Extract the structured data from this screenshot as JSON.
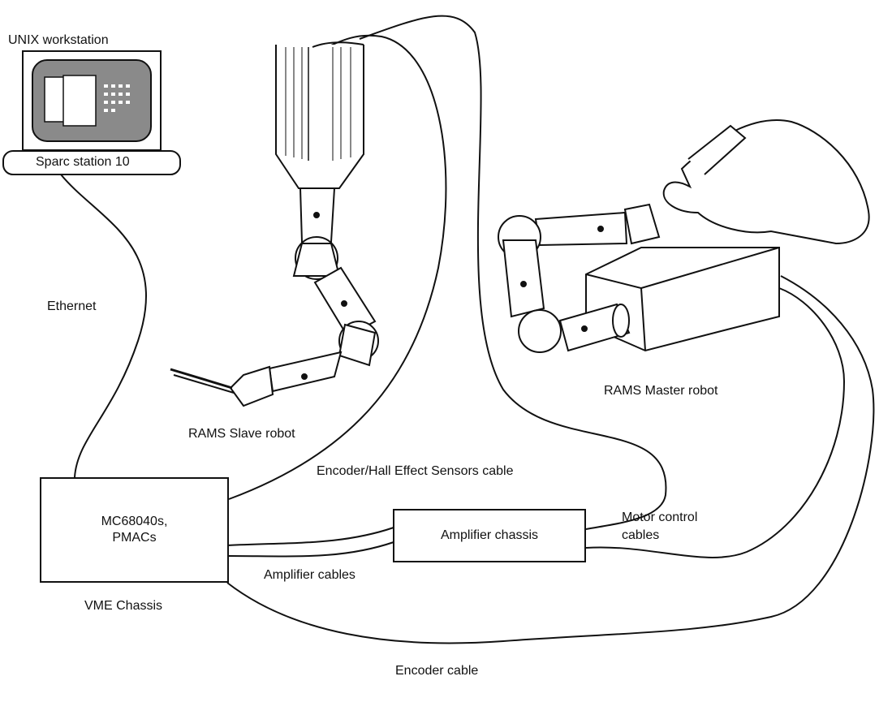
{
  "workstation": {
    "title": "UNIX workstation",
    "base_label": "Sparc station 10"
  },
  "network": {
    "link_label": "Ethernet"
  },
  "slave": {
    "label": "RAMS Slave robot"
  },
  "master": {
    "label": "RAMS Master robot"
  },
  "vme": {
    "line1": "MC68040s,",
    "line2": "PMACs",
    "caption": "VME Chassis"
  },
  "amplifier": {
    "label": "Amplifier chassis"
  },
  "cables": {
    "encoder_hall": "Encoder/Hall Effect Sensors cable",
    "amplifier": "Amplifier cables",
    "motor_line1": "Motor control",
    "motor_line2": "cables",
    "encoder": "Encoder cable"
  },
  "colors": {
    "ink": "#111111",
    "screen": "#8a8a8a",
    "paper": "#ffffff"
  }
}
